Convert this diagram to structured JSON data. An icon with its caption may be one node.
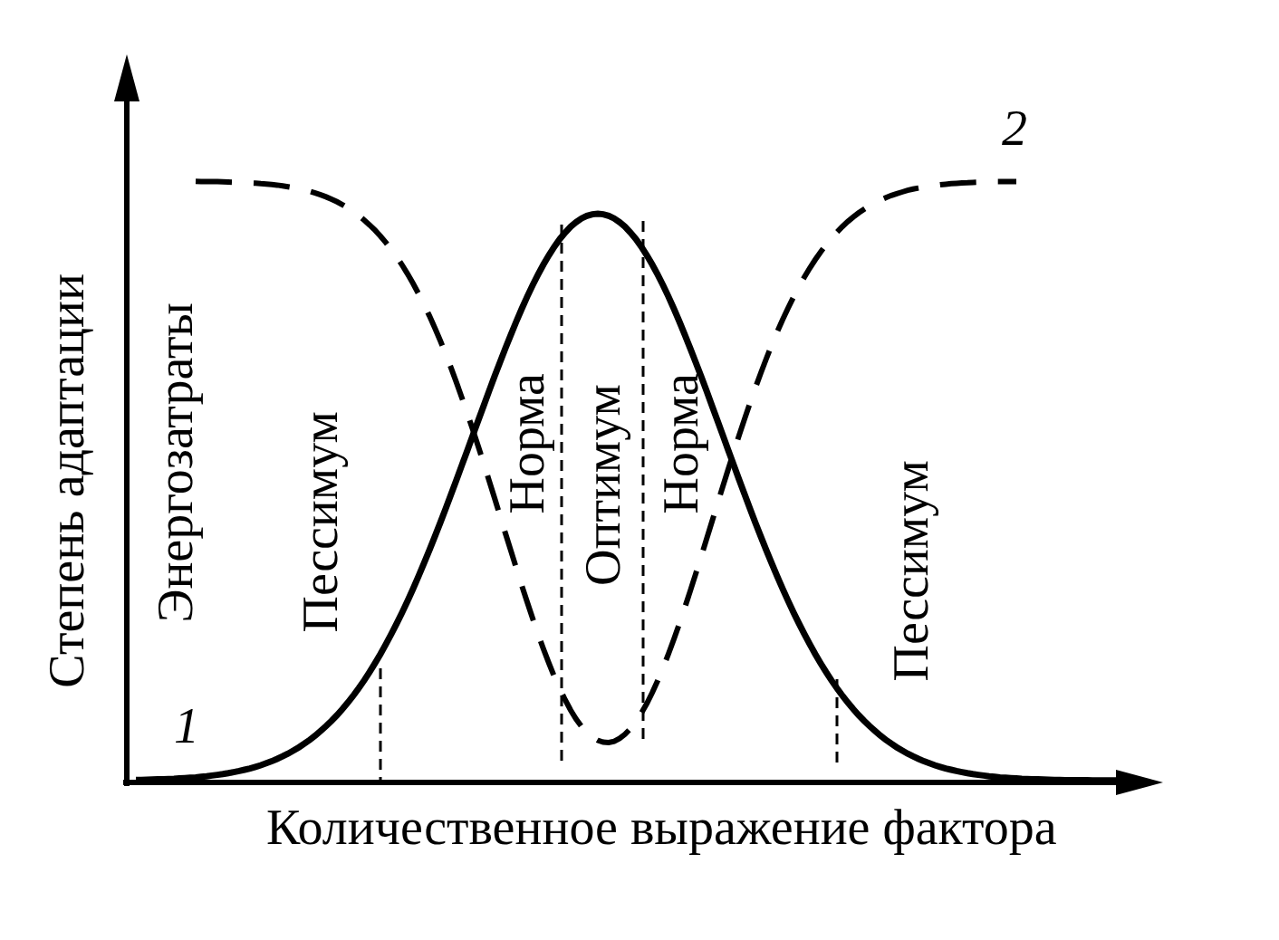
{
  "diagram": {
    "labels": [
      "Степень адаптации",
      "Энергозатраты",
      "Пессимум",
      "Норма",
      "Оптимум",
      "Норма",
      "Пессимум",
      "1",
      "2",
      "Количественное выражение фактора"
    ]
  }
}
